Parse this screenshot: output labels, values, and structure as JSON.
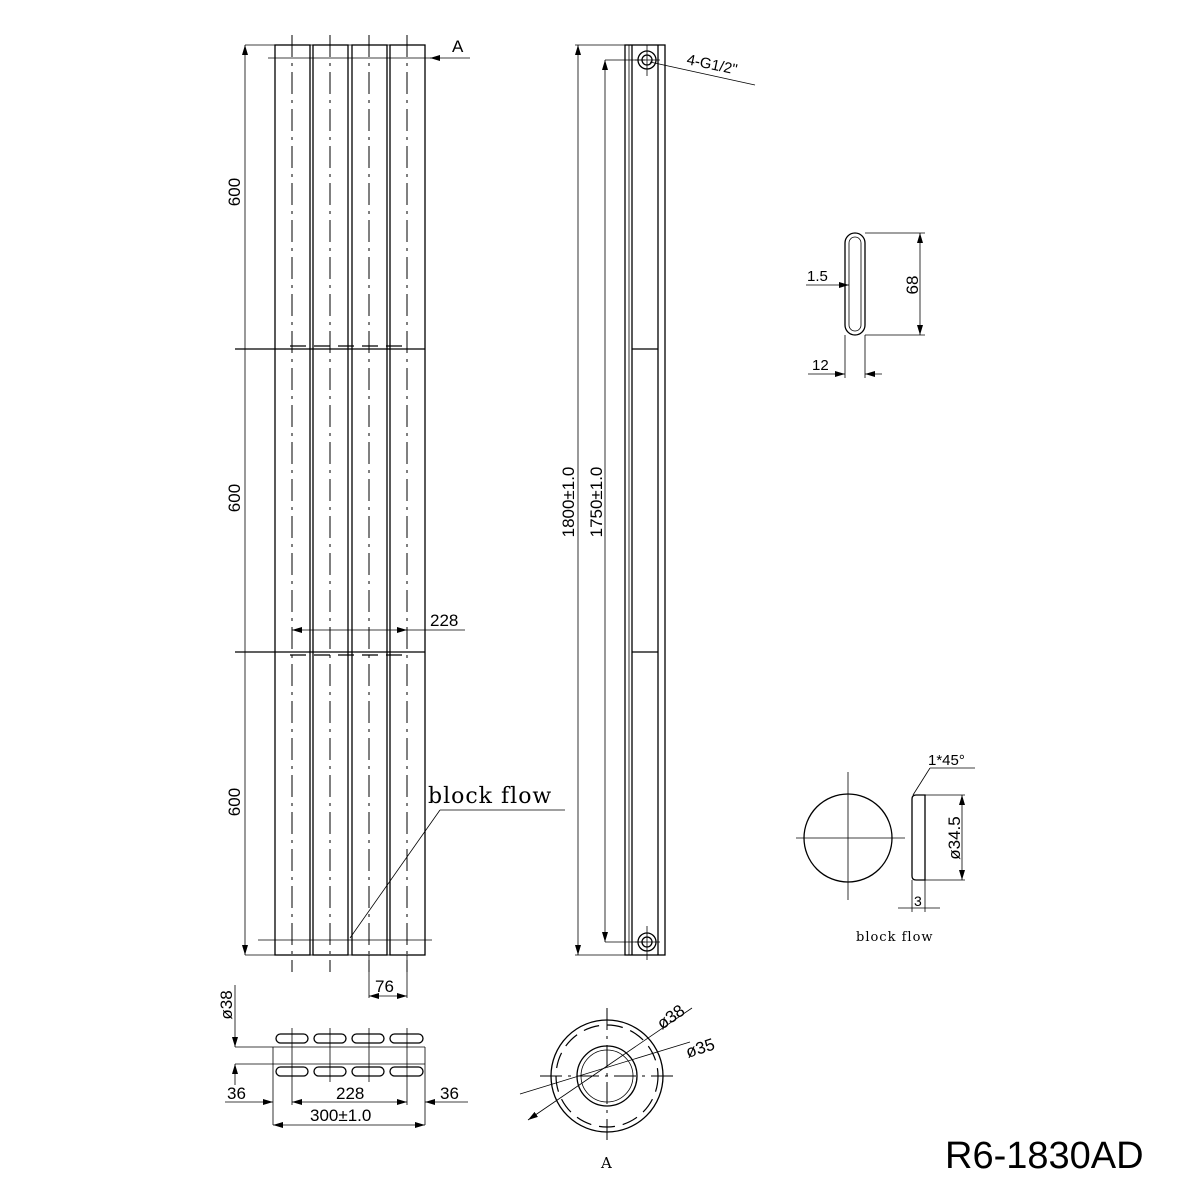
{
  "title": "R6-1830AD",
  "front_view": {
    "section_label": "A",
    "segment_heights": [
      "600",
      "600",
      "600"
    ],
    "center_spacing": "228",
    "tube_pitch": "76",
    "block_flow_label": "block flow"
  },
  "side_view": {
    "overall_height": "1800±1.0",
    "connection_centers": "1750±1.0",
    "connections": "4-G1/2\""
  },
  "tube_section": {
    "wall": "1.5",
    "depth": "68",
    "width": "12"
  },
  "plug_detail": {
    "chamfer": "1*45°",
    "diameter": "ø34.5",
    "thickness": "3",
    "label": "block flow"
  },
  "bottom_view": {
    "tube_diameter": "ø38",
    "left_offset": "36",
    "center_spacing": "228",
    "right_offset": "36",
    "overall_width": "300±1.0"
  },
  "section_a": {
    "outer_diameter": "ø38",
    "inner_diameter": "ø35",
    "label": "A"
  }
}
